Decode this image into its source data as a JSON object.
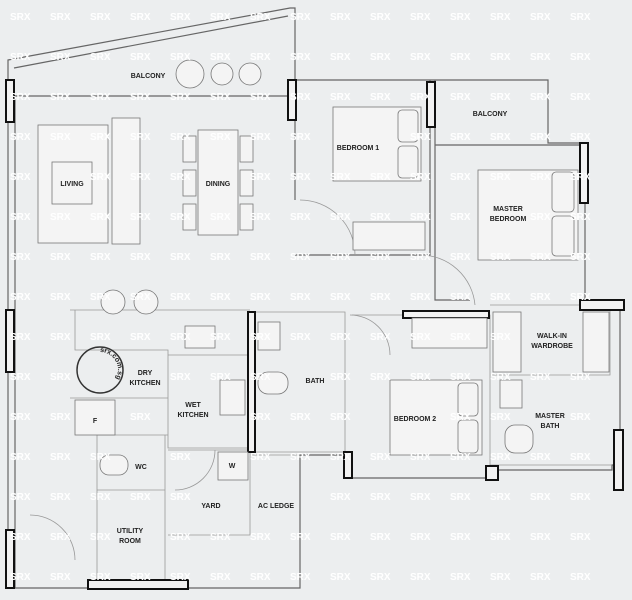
{
  "plan": {
    "rooms": {
      "balcony_main": "BALCONY",
      "living": "LIVING",
      "dining": "DINING",
      "bedroom1": "BEDROOM 1",
      "balcony_master": "BALCONY",
      "master_bedroom_1": "MASTER",
      "master_bedroom_2": "BEDROOM",
      "walkin_1": "WALK-IN",
      "walkin_2": "WARDROBE",
      "dry_kitchen_1": "DRY",
      "dry_kitchen_2": "KITCHEN",
      "wet_kitchen_1": "WET",
      "wet_kitchen_2": "KITCHEN",
      "bath": "BATH",
      "bedroom2": "BEDROOM 2",
      "master_bath_1": "MASTER",
      "master_bath_2": "BATH",
      "fridge": "F",
      "wc": "WC",
      "washer": "W",
      "yard": "YARD",
      "ac_ledge": "AC LEDGE",
      "utility_1": "UTILITY",
      "utility_2": "ROOM"
    },
    "watermark": "SRX",
    "stamp": "srx.com.sg",
    "colors": {
      "background": "#eceeef",
      "walls": "#111111",
      "lines": "#666666"
    }
  }
}
